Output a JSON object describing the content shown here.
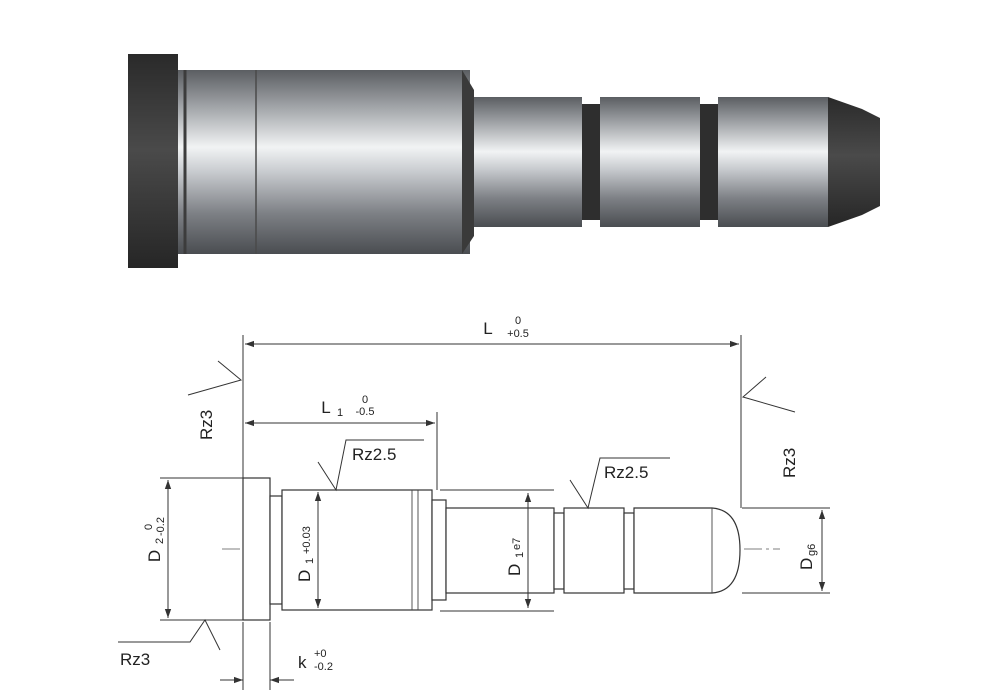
{
  "photo": {
    "name": "guide pin photo",
    "colors": {
      "dark": "#3a3a3a",
      "mid": "#8c8f93",
      "light": "#e8eaec",
      "shadow": "#1f1f1f"
    }
  },
  "drawing": {
    "overall_length": {
      "symbol": "L",
      "tol_upper": "0",
      "tol_lower": "+0.5"
    },
    "head_length": {
      "symbol": "L",
      "index": "1",
      "tol_upper": "0",
      "tol_lower": "-0.5"
    },
    "head_diameter": {
      "symbol": "D",
      "index": "2",
      "tol_upper": "0",
      "tol_lower": "-0.2"
    },
    "body_diameter": {
      "symbol": "D",
      "index": "1",
      "tol": "+0.03"
    },
    "pin_diameter": {
      "symbol": "D",
      "index": "1",
      "tol": "e7"
    },
    "tip_diameter": {
      "symbol": "D",
      "tol": "g6"
    },
    "flange_thickness": {
      "symbol": "k",
      "tol_upper": "+0",
      "tol_lower": "-0.2"
    },
    "roughness": {
      "left_end": "Rz3",
      "right_end": "Rz3",
      "head_bottom": "Rz3",
      "body": "Rz2.5",
      "pin": "Rz2.5"
    }
  }
}
